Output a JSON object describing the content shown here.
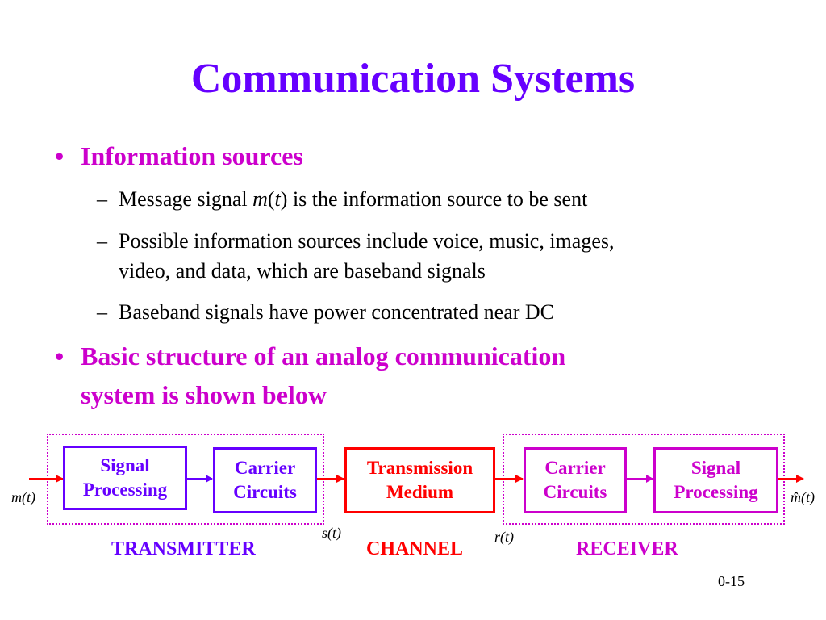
{
  "slide": {
    "title": "Communication Systems",
    "bullets": [
      {
        "text": "Information sources"
      },
      {
        "line1": "Basic structure of an analog communication",
        "line2": "system is shown below"
      }
    ],
    "sub_items": [
      {
        "pre": "Message signal ",
        "var": "m",
        "paren_open": "(",
        "arg": "t",
        "paren_close": ")",
        "post": " is the information source to be sent"
      },
      {
        "line1": "Possible information sources include voice, music, images,",
        "line2": "video, and data, which are baseband signals"
      },
      {
        "text": "Baseband signals have power concentrated near DC"
      }
    ],
    "bullet_glyph": "•",
    "dash_glyph": "–"
  },
  "diagram": {
    "blocks": {
      "tx_signal_processing": [
        "Signal",
        "Processing"
      ],
      "tx_carrier_circuits": [
        "Carrier",
        "Circuits"
      ],
      "channel_medium": [
        "Transmission",
        "Medium"
      ],
      "rx_carrier_circuits": [
        "Carrier",
        "Circuits"
      ],
      "rx_signal_processing": [
        "Signal",
        "Processing"
      ]
    },
    "signals": {
      "input": "m(t)",
      "transmitted": "s(t)",
      "received": "r(t)",
      "output": "m̂(t)"
    },
    "sections": {
      "transmitter": "TRANSMITTER",
      "channel": "CHANNEL",
      "receiver": "RECEIVER"
    },
    "colors": {
      "title": "#6600ff",
      "bullet": "#cc00cc",
      "transmitter": "#6600ff",
      "channel": "#ff0000",
      "receiver": "#cc00cc",
      "group_border": "#cc00cc"
    }
  },
  "footer": {
    "page_number": "0-15"
  }
}
